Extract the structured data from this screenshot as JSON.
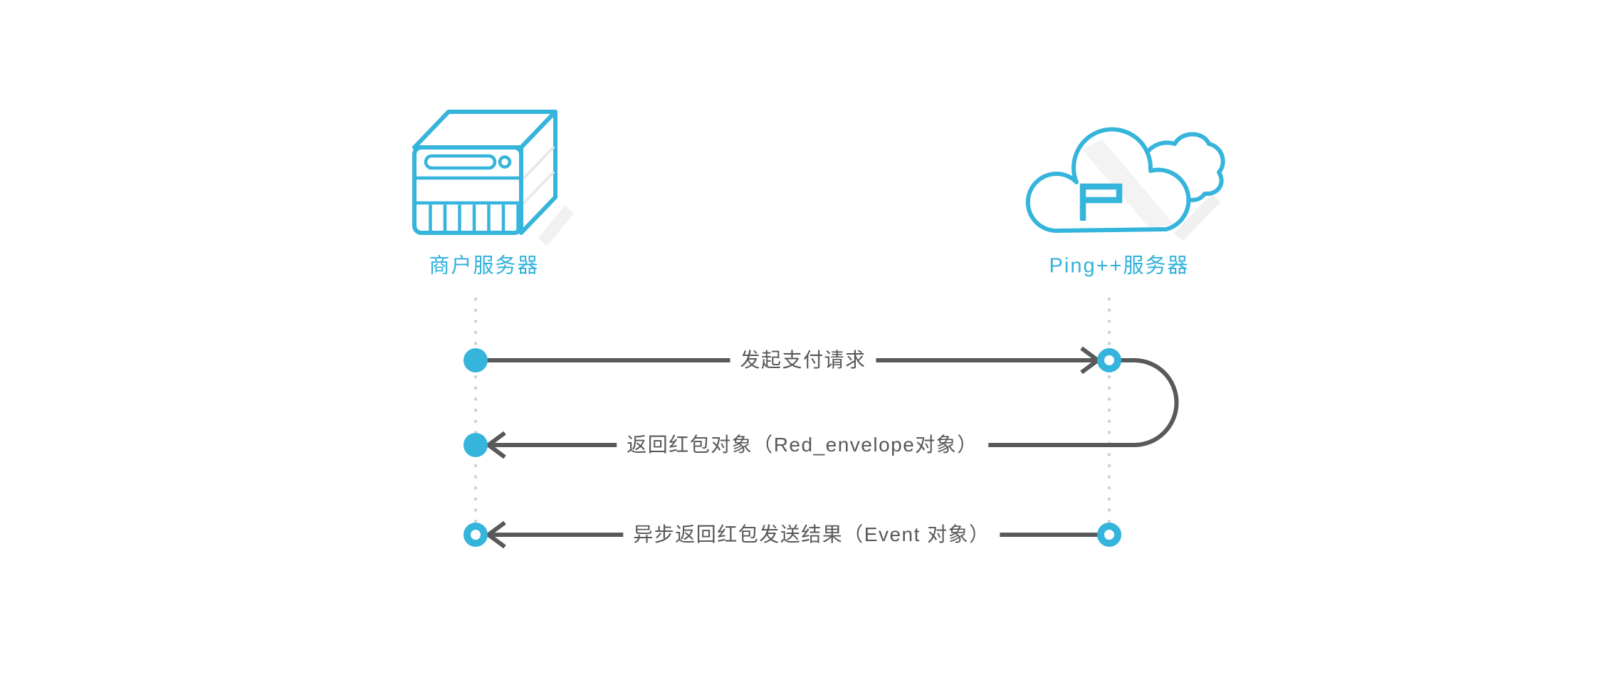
{
  "diagram": {
    "type": "sequence-diagram",
    "description": "Red envelope payment flow between merchant server and Ping++ server"
  },
  "actors": [
    {
      "id": "merchant-server",
      "label": "商户服务器",
      "icon": "server-icon"
    },
    {
      "id": "pingpp-server",
      "label": "Ping++服务器",
      "icon": "cloud-icon"
    }
  ],
  "messages": [
    {
      "label": "发起支付请求",
      "from": "商户服务器",
      "to": "Ping++服务器",
      "direction": "right",
      "start_marker": "filled-dot",
      "end_marker": "ring-dot"
    },
    {
      "label": "返回红包对象（Red_envelope对象）",
      "from": "Ping++服务器",
      "to": "商户服务器",
      "direction": "left",
      "start_marker": "u-turn-curve-from-message-1",
      "end_marker": "filled-dot"
    },
    {
      "label": "异步返回红包发送结果（Event 对象）",
      "from": "Ping++服务器",
      "to": "商户服务器",
      "direction": "left",
      "start_marker": "ring-dot",
      "end_marker": "ring-dot"
    }
  ],
  "colors": {
    "accent_blue": "#35b4dc",
    "label_blue": "#31b1db",
    "arrow_gray": "#58595b",
    "text_gray": "#57585a",
    "lifeline_dot_gray": "#d1d1d1",
    "shadow_gray": "#f0f0f0",
    "background": "#ffffff"
  }
}
